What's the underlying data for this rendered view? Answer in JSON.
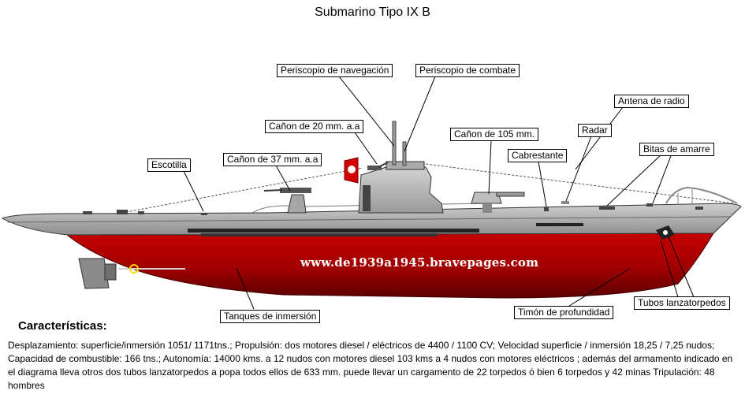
{
  "title": "Submarino Tipo IX B",
  "website": "www.de1939a1945.bravepages.com",
  "labels": {
    "periscopio_navegacion": "Periscopio de navegación",
    "periscopio_combate": "Periscopio de combate",
    "antena_radio": "Antena de radio",
    "canon_20": "Cañon de 20 mm. a.a",
    "canon_105": "Cañon de 105 mm.",
    "radar": "Radar",
    "escotilla": "Escotilla",
    "canon_37": "Cañon de 37 mm. a.a",
    "cabrestante": "Cabrestante",
    "bitas_amarre": "Bitas de amarre",
    "tanques_inmersion": "Tanques de inmersión",
    "timon_profundidad": "Timón de profundidad",
    "tubos_lanzatorpedos": "Tubos lanzatorpedos"
  },
  "caracteristicas": {
    "heading": "Características:",
    "text": "Desplazamiento: superficie/inmersión 1051/ 1171tns.; Propulsión: dos motores diesel / eléctricos de 4400 / 1100 CV; Velocidad superficie / inmersión 18,25 / 7,25 nudos; Capacidad de combustible: 166 tns.; Autonomía: 14000 kms. a 12 nudos con motores diesel 103 kms a 4 nudos con motores eléctricos ; además del armamento indicado en el diagrama lleva otros dos tubos lanzatorpedos a popa todos ellos de 633 mm. puede llevar un cargamento de 22 torpedos ó bien 6 torpedos y 42 minas Tripulación: 48 hombres"
  },
  "colors": {
    "hull_red": "#b00000",
    "deck_gray": "#a9a9a9",
    "tower_gray": "#b4b4b4"
  }
}
